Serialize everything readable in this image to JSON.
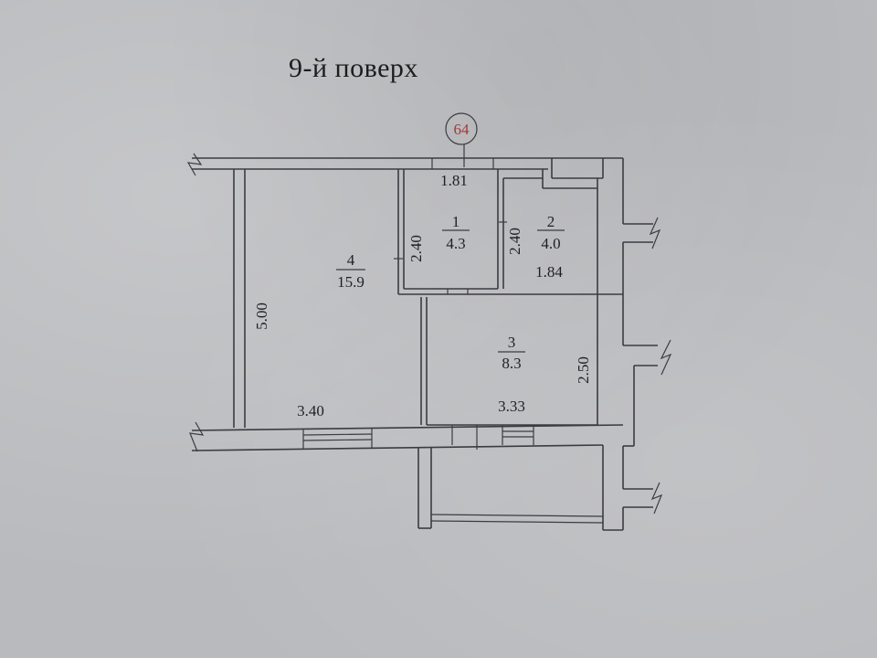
{
  "title": "9-й поверх",
  "axis_marker": {
    "label": "64",
    "color": "#a33a3a"
  },
  "rooms": [
    {
      "number": "1",
      "area": "4.3"
    },
    {
      "number": "2",
      "area": "4.0"
    },
    {
      "number": "3",
      "area": "8.3"
    },
    {
      "number": "4",
      "area": "15.9"
    }
  ],
  "dimensions": {
    "room1_width": "1.81",
    "room1_height": "2.40",
    "room2_height": "2.40",
    "room2_width": "1.84",
    "room3_height": "2.50",
    "room3_width": "3.33",
    "room4_height": "5.00",
    "room4_width": "3.40"
  }
}
